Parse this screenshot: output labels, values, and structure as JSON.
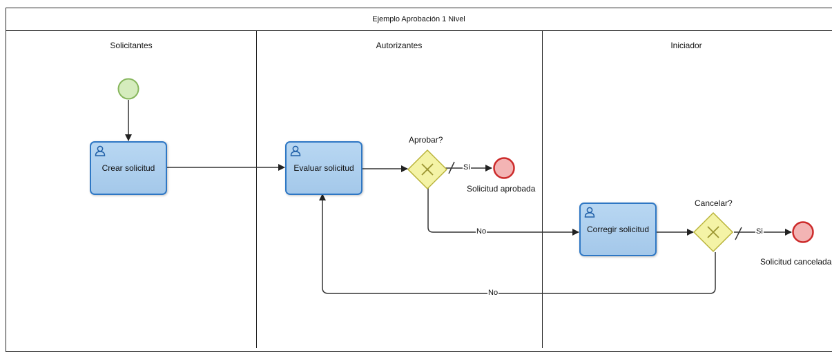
{
  "pool": {
    "title": "Ejemplo Aprobación 1 Nivel"
  },
  "lanes": [
    {
      "label": "Solicitantes"
    },
    {
      "label": "Autorizantes"
    },
    {
      "label": "Iniciador"
    }
  ],
  "tasks": {
    "crear": "Crear solicitud",
    "evaluar": "Evaluar solicitud",
    "corregir": "Corregir solicitud"
  },
  "gateways": {
    "aprobar": "Aprobar?",
    "cancelar": "Cancelar?"
  },
  "end_events": {
    "aprobada": "Solicitud aprobada",
    "cancelada": "Solicitud cancelada"
  },
  "flows": {
    "aprobar_si": "Si",
    "aprobar_no": "No",
    "cancelar_si": "Si",
    "cancelar_no": "No"
  },
  "colors": {
    "task_fill": "#a4c8ea",
    "task_stroke": "#2e77c4",
    "gateway_fill": "#f4f3a6",
    "gateway_stroke": "#b9b33a",
    "start_fill": "#d5ecbd",
    "start_stroke": "#86b65c",
    "end_fill": "#f3b4b4",
    "end_stroke": "#cc2a2a"
  }
}
